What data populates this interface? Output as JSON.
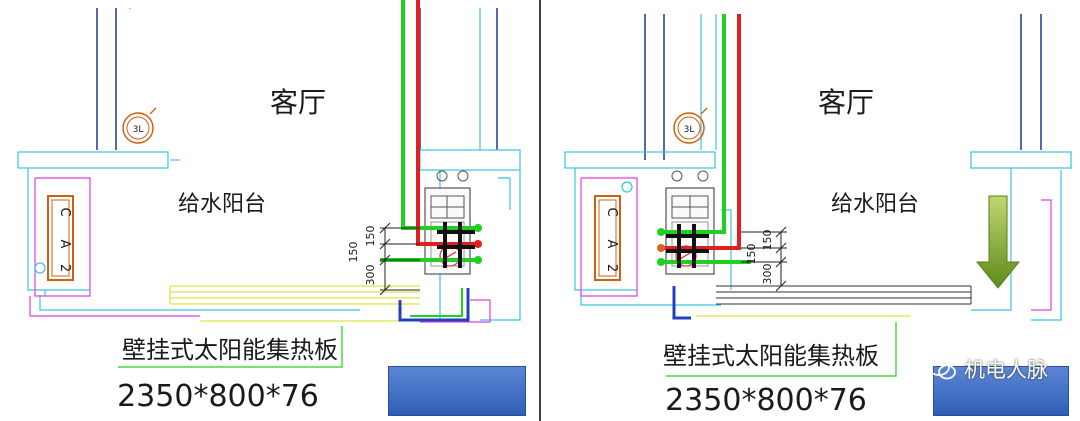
{
  "panels": [
    {
      "room_living": "客厅",
      "room_balcony": "给水阳台",
      "panel_label": "壁挂式太阳能集热板",
      "panel_size": "2350*800*76",
      "dim_top": "150",
      "dim_mid": "150",
      "dim_bottom": "300",
      "cabinet_label": "2A C",
      "blue_box_char": "",
      "valve_label": "3L"
    },
    {
      "room_living": "客厅",
      "room_balcony": "给水阳台",
      "panel_label": "壁挂式太阳能集热板",
      "panel_size": "2350*800*76",
      "dim_top": "150",
      "dim_mid": "150",
      "dim_bottom": "300",
      "cabinet_label": "2A C",
      "valve_label": "3L"
    }
  ],
  "watermark": {
    "text": "机电人脉",
    "icon": "wechat-icon"
  },
  "colors": {
    "cyan": "#39c6e0",
    "magenta": "#e040e0",
    "red": "#e02020",
    "green": "#20d020",
    "blue": "#2040c0",
    "yellow": "#e8e860",
    "orange": "#d06010",
    "dark_blue_line": "#1a3a8a",
    "black": "#111111",
    "arrow_green": "#7aa028"
  }
}
